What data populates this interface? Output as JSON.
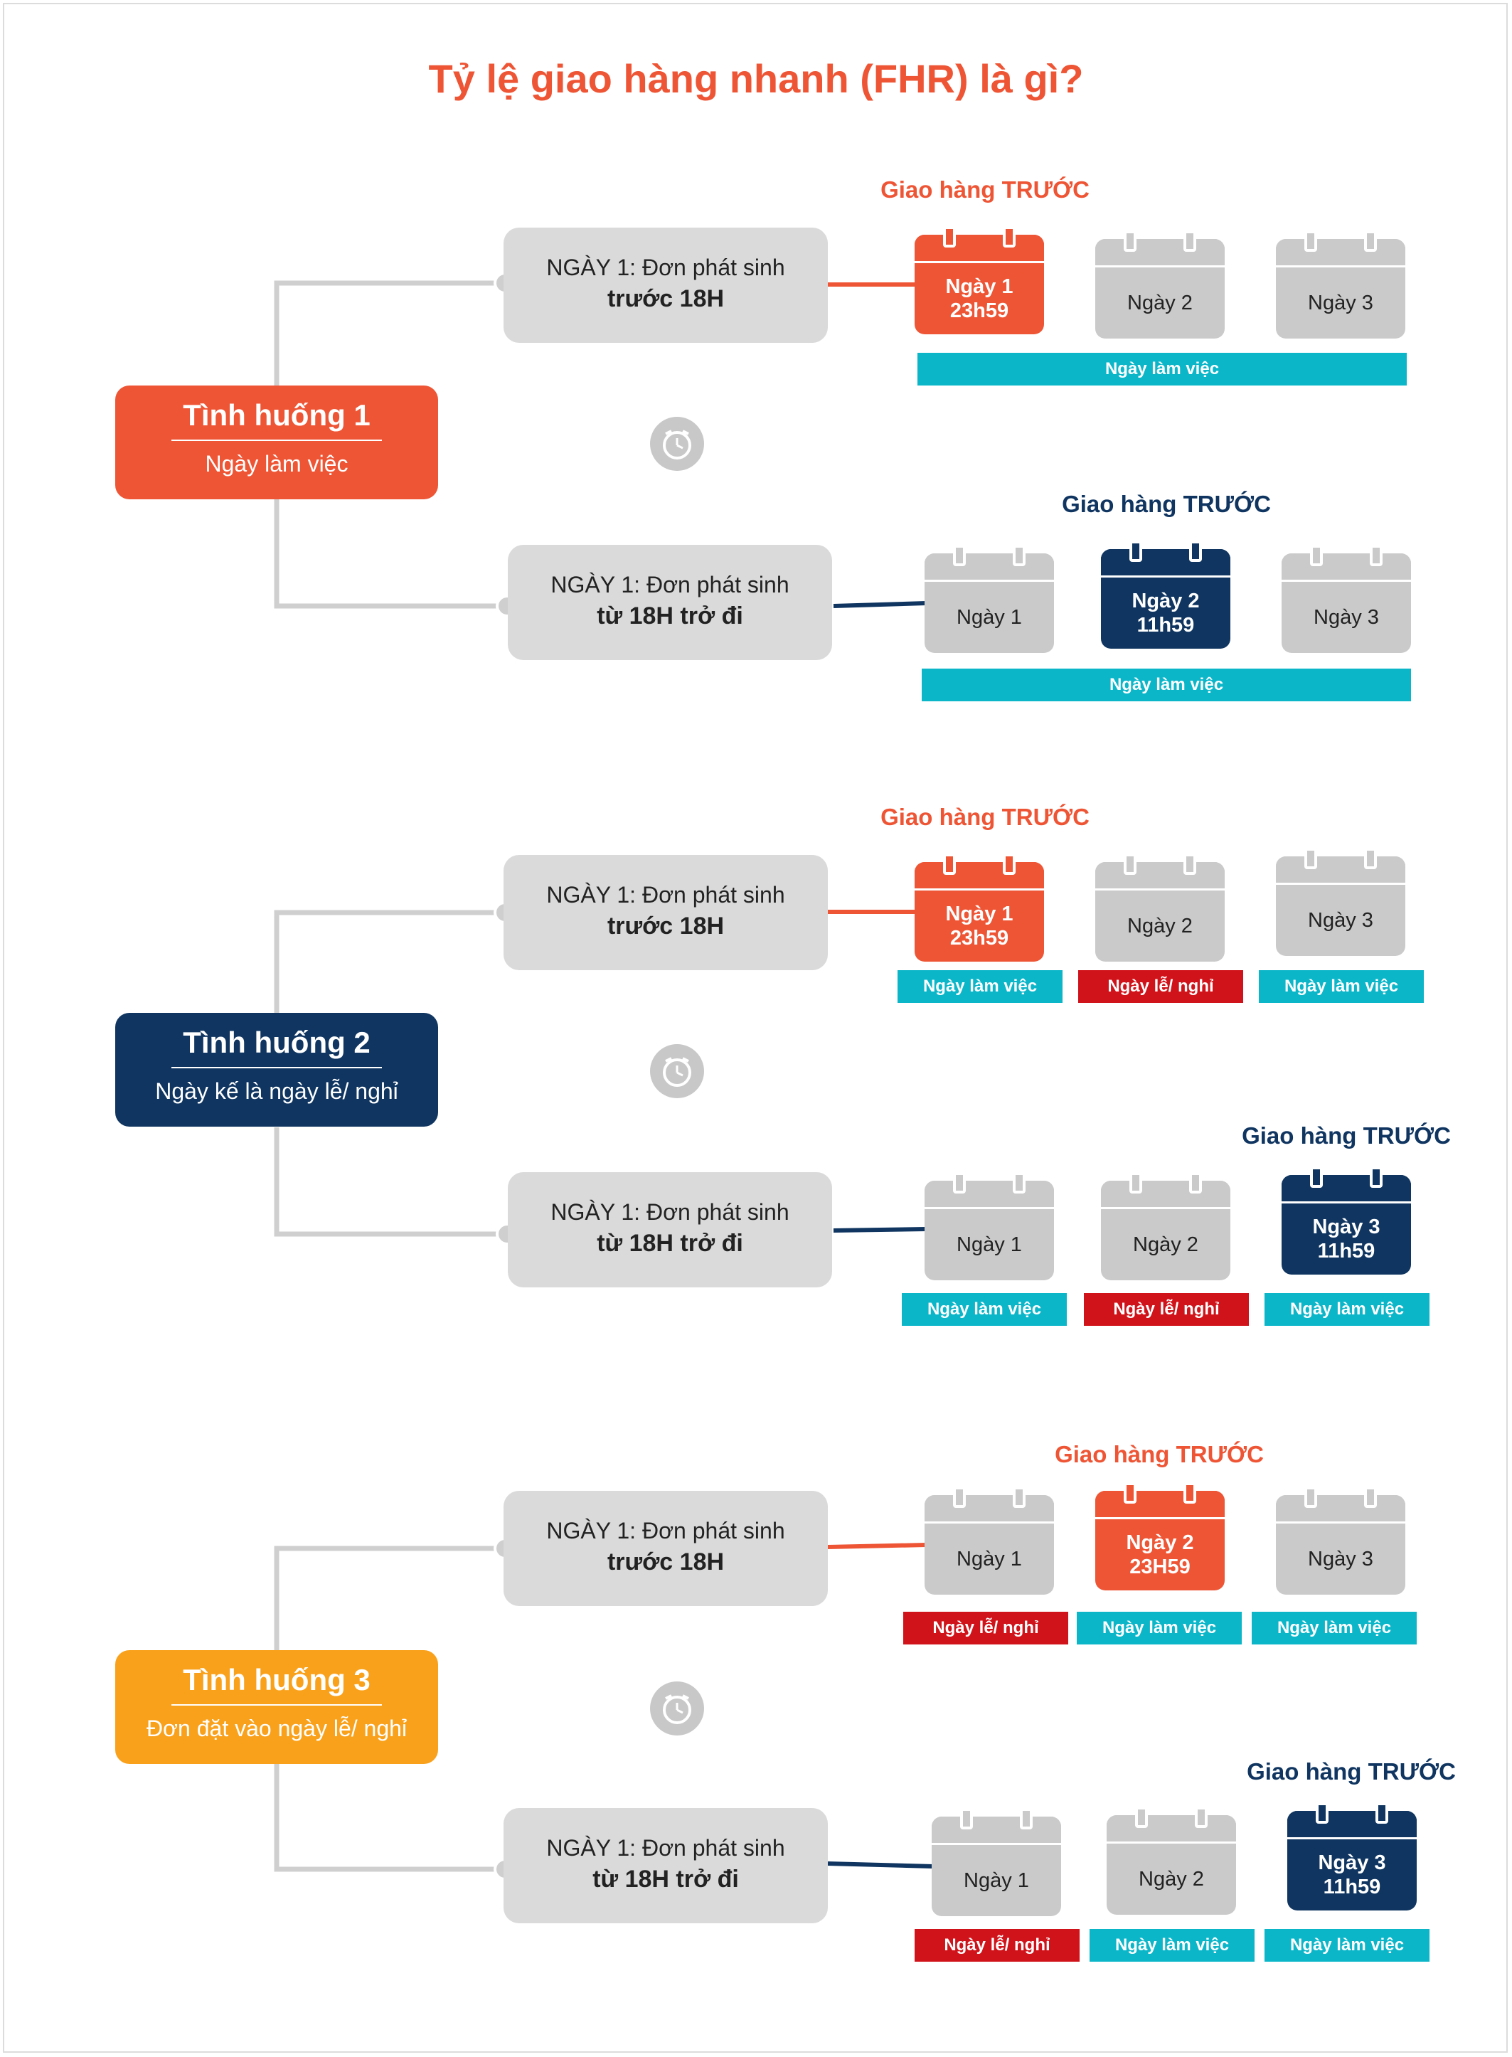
{
  "title": "Tỷ lệ giao hàng nhanh (FHR) là gì?",
  "colors": {
    "orange": "#ee5535",
    "navy": "#0f3560",
    "amber": "#f9a11b",
    "teal": "#0cb6c9",
    "red": "#d0131a",
    "grey": "#dadada"
  },
  "cases": [
    {
      "title": "Tình huống 1",
      "subtitle": "Ngày làm việc",
      "rows": [
        {
          "order_line1": "NGÀY 1: Đơn phát sinh",
          "order_line2": "trước 18H",
          "deliver_label": "Giao hàng TRƯỚC",
          "days": [
            {
              "line1": "Ngày 1",
              "line2": "23h59"
            },
            {
              "line1": "Ngày 2",
              "line2": ""
            },
            {
              "line1": "Ngày 3",
              "line2": ""
            }
          ],
          "status": "Ngày làm việc"
        },
        {
          "order_line1": "NGÀY 1: Đơn phát sinh",
          "order_line2": "từ 18H trở đi",
          "deliver_label": "Giao hàng TRƯỚC",
          "days": [
            {
              "line1": "Ngày 1",
              "line2": ""
            },
            {
              "line1": "Ngày 2",
              "line2": "11h59"
            },
            {
              "line1": "Ngày 3",
              "line2": ""
            }
          ],
          "status": "Ngày làm việc"
        }
      ]
    },
    {
      "title": "Tình huống 2",
      "subtitle": "Ngày kế là ngày lễ/ nghỉ",
      "rows": [
        {
          "order_line1": "NGÀY 1: Đơn phát sinh",
          "order_line2": "trước 18H",
          "deliver_label": "Giao hàng TRƯỚC",
          "days": [
            {
              "line1": "Ngày 1",
              "line2": "23h59"
            },
            {
              "line1": "Ngày 2",
              "line2": ""
            },
            {
              "line1": "Ngày 3",
              "line2": ""
            }
          ],
          "statuses": [
            "Ngày làm việc",
            "Ngày lễ/ nghỉ",
            "Ngày làm việc"
          ]
        },
        {
          "order_line1": "NGÀY 1: Đơn phát sinh",
          "order_line2": "từ 18H trở đi",
          "deliver_label": "Giao hàng TRƯỚC",
          "days": [
            {
              "line1": "Ngày 1",
              "line2": ""
            },
            {
              "line1": "Ngày 2",
              "line2": ""
            },
            {
              "line1": "Ngày 3",
              "line2": "11h59"
            }
          ],
          "statuses": [
            "Ngày làm việc",
            "Ngày lễ/ nghỉ",
            "Ngày làm việc"
          ]
        }
      ]
    },
    {
      "title": "Tình huống 3",
      "subtitle": "Đơn đặt vào ngày lễ/ nghỉ",
      "rows": [
        {
          "order_line1": "NGÀY 1: Đơn phát sinh",
          "order_line2": "trước 18H",
          "deliver_label": "Giao hàng TRƯỚC",
          "days": [
            {
              "line1": "Ngày 1",
              "line2": ""
            },
            {
              "line1": "Ngày 2",
              "line2": "23H59"
            },
            {
              "line1": "Ngày 3",
              "line2": ""
            }
          ],
          "statuses": [
            "Ngày lễ/ nghỉ",
            "Ngày làm việc",
            "Ngày làm việc"
          ]
        },
        {
          "order_line1": "NGÀY 1: Đơn phát sinh",
          "order_line2": "từ 18H trở đi",
          "deliver_label": "Giao hàng TRƯỚC",
          "days": [
            {
              "line1": "Ngày 1",
              "line2": ""
            },
            {
              "line1": "Ngày 2",
              "line2": ""
            },
            {
              "line1": "Ngày 3",
              "line2": "11h59"
            }
          ],
          "statuses": [
            "Ngày lễ/ nghỉ",
            "Ngày làm việc",
            "Ngày làm việc"
          ]
        }
      ]
    }
  ]
}
